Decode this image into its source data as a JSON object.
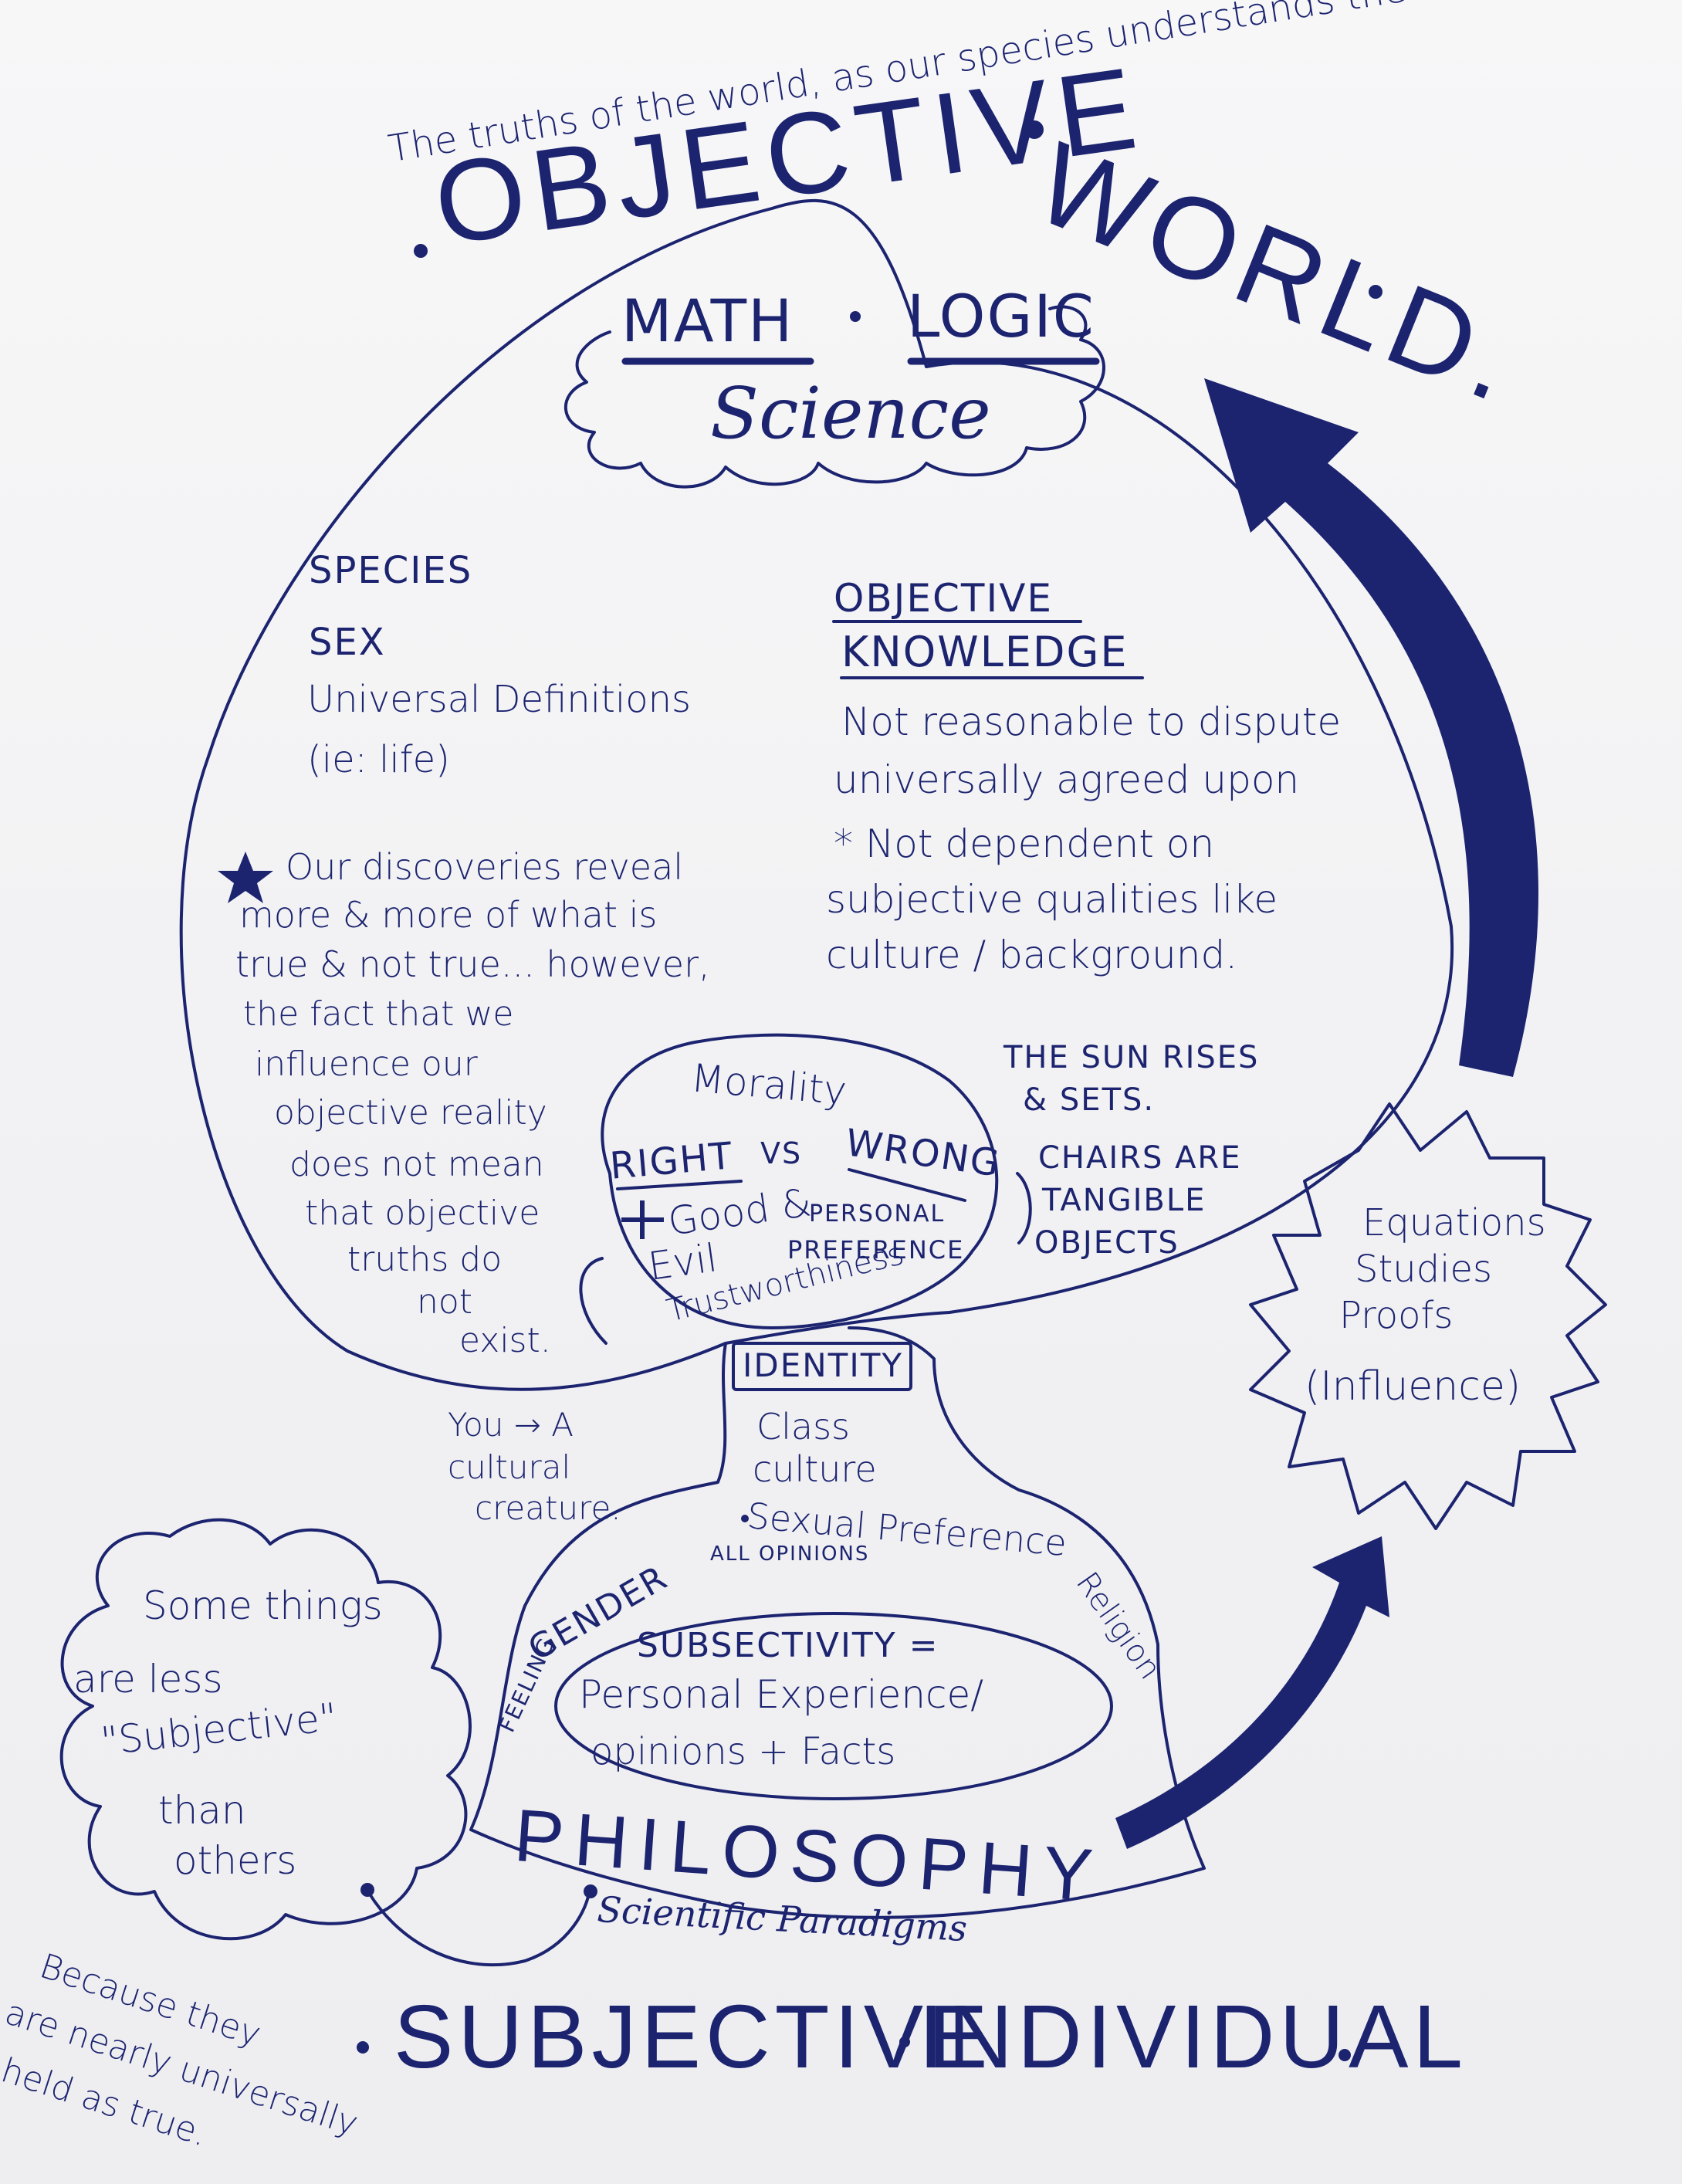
{
  "header": {
    "tagline": "The truths of the world, as our species understands them.",
    "title_objective": "OBJECTIVE",
    "title_world": "WORLD."
  },
  "cloud_top": {
    "math": "MATH",
    "logic": "LOGIC",
    "science": "Science"
  },
  "left_list": {
    "species": "SPECIES",
    "sex": "SEX",
    "universal": "Universal Definitions",
    "example": "(ie: life)"
  },
  "objective_knowledge": {
    "heading_line1": "OBJECTIVE",
    "heading_line2": "KNOWLEDGE",
    "line1": "Not reasonable to dispute",
    "line2": "universally agreed upon",
    "line3": "* Not dependent on",
    "line4": "subjective qualities like",
    "line5": "culture / background."
  },
  "discoveries_note": {
    "lines": [
      "Our discoveries reveal",
      "more & more of what is",
      "true & not true... however,",
      "the fact that we",
      "influence our",
      "objective reality",
      "does not mean",
      "that objective",
      "truths do",
      "not",
      "exist."
    ]
  },
  "sun_note": {
    "line1": "THE SUN RISES",
    "line2": "& SETS.",
    "line3": "CHAIRS ARE",
    "line4": "TANGIBLE",
    "line5": "OBJECTS"
  },
  "morality": {
    "title": "Morality",
    "right": "RIGHT",
    "vs": "VS",
    "wrong": "WRONG",
    "good": "Good &",
    "evil": "Evil",
    "personal1": "PERSONAL",
    "personal2": "PREFERENCE",
    "trust": "Trustworthiness"
  },
  "identity": {
    "title": "IDENTITY",
    "class": "Class",
    "culture": "culture"
  },
  "you_note": {
    "line1": "You → A",
    "line2": "cultural",
    "line3": "creature."
  },
  "lower_blob": {
    "sexual": "Sexual Preference",
    "religion": "Religion",
    "gender": "GENDER",
    "all_opinions": "ALL OPINIONS",
    "feeling": "FEELING",
    "philosophy": "PHILOSOPHY",
    "paradigms": "Scientific Paradigms"
  },
  "subjectivity": {
    "line1": "SUBSECTIVITY =",
    "line2": "Personal Experience/",
    "line3": "opinions + Facts"
  },
  "starburst": {
    "line1": "Equations",
    "line2": "Studies",
    "line3": "Proofs",
    "line4": "(Influence)"
  },
  "left_cloud": {
    "line1": "Some things",
    "line2": "are less",
    "line3": "\"Subjective\"",
    "line4": "than",
    "line5": "others"
  },
  "because_note": {
    "line1": "Because they",
    "line2": "are nearly universally",
    "line3": "held as true."
  },
  "footer": {
    "subjective": "SUBJECTIVE",
    "individual": "INDIVIDUAL"
  },
  "colors": {
    "ink": "#1c2470",
    "paper": "#f3f3f5"
  }
}
